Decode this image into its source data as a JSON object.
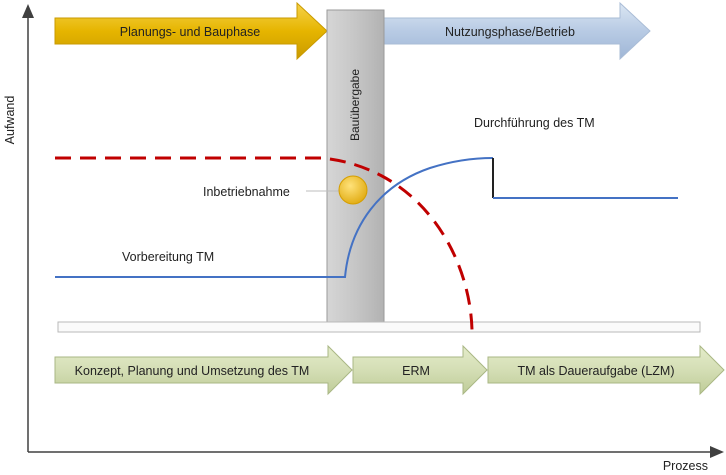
{
  "axes": {
    "y_label": "Aufwand",
    "x_label": "Prozess"
  },
  "phases_top": [
    {
      "label": "Planungs- und Bauphase",
      "color": "#e6b500"
    },
    {
      "label": "Nutzungsphase/Betrieb",
      "color": "#b8cbe4"
    }
  ],
  "handover": {
    "label": "Bauübergabe",
    "color": "#c6c6c6"
  },
  "labels": {
    "preparation": "Vorbereitung TM",
    "execution": "Durchführung des TM",
    "commissioning": "Inbetriebnahme"
  },
  "phases_bottom": [
    {
      "label": "Konzept, Planung und Umsetzung des TM"
    },
    {
      "label": "ERM"
    },
    {
      "label": "TM als Daueraufgabe (LZM)"
    }
  ],
  "colors": {
    "blue_curve": "#4472c4",
    "red_dashed_curve": "#c00000",
    "commissioning_dot": "#f0c419",
    "bottom_arrow_fill": "#d4deb5",
    "axis": "#404040"
  }
}
